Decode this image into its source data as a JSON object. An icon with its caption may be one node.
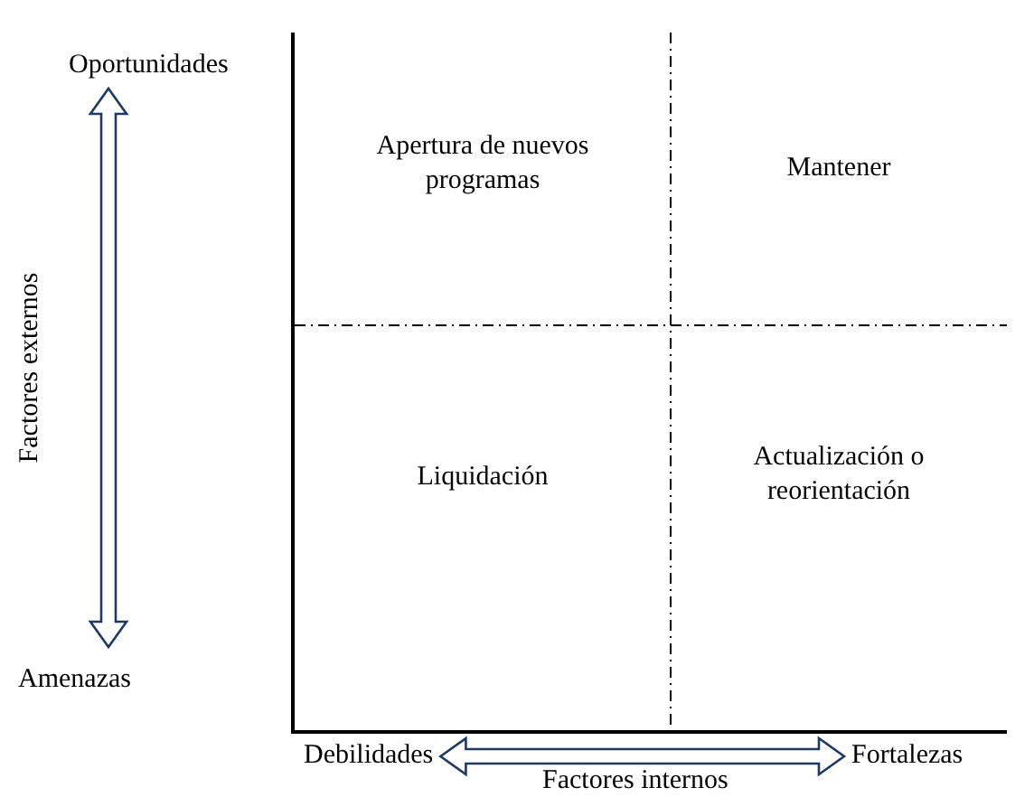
{
  "diagram": {
    "nodes": [
      {
        "text": [
          "Oportunidades"
        ]
      },
      {
        "text": [
          "Amenazas"
        ]
      },
      {
        "text": [
          "Debilidades"
        ]
      },
      {
        "text": [
          "Fortalezas"
        ]
      }
    ],
    "edges": [
      {
        "from": 0,
        "to": 1,
        "arrow": "both"
      },
      {
        "from": 2,
        "to": 3,
        "arrow": "both"
      }
    ],
    "labels": [
      "Apertura de nuevos programas",
      "Mantener",
      "Liquidación",
      "Actualización o reorientación",
      "Factores externos",
      "Factores internos"
    ]
  }
}
